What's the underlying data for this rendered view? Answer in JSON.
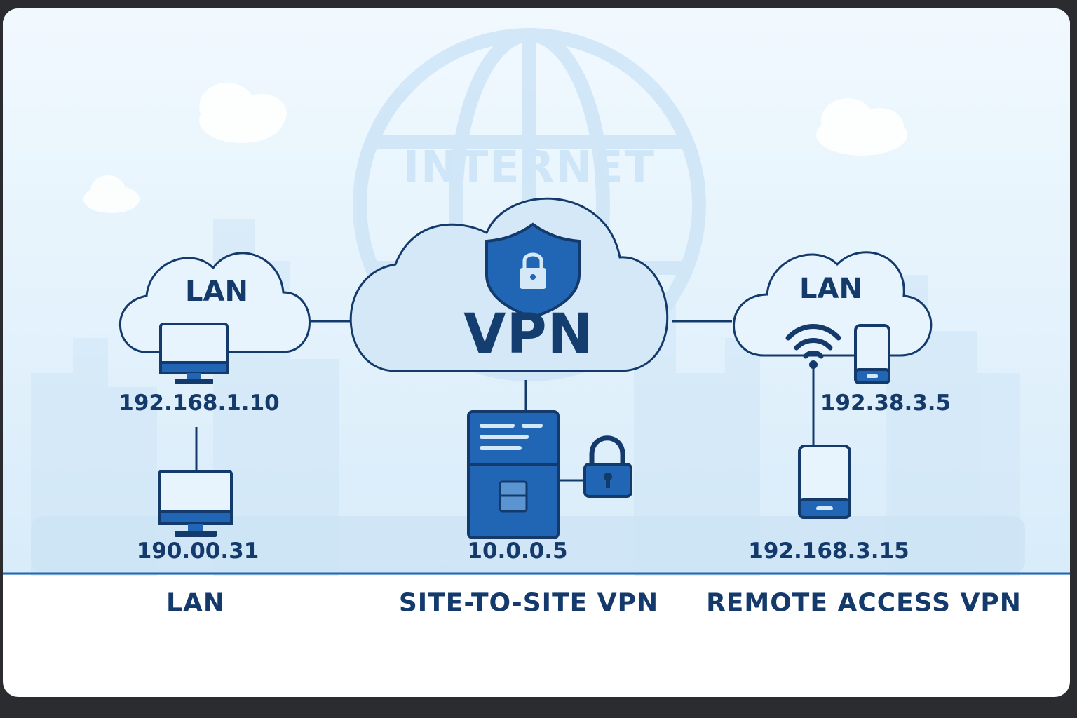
{
  "background": {
    "globe_label": "INTERNET"
  },
  "clouds": {
    "left": {
      "label": "LAN"
    },
    "center": {
      "label": "VPN"
    },
    "right": {
      "label": "LAN"
    }
  },
  "addresses": {
    "left_top": "192.168.1.10",
    "left_bottom": "190.00.31",
    "server": "10.0.0.5",
    "phone": "192.38.3.5",
    "tablet": "192.168.3.15"
  },
  "categories": {
    "left": "LAN",
    "center": "SITE-TO-SITE VPN",
    "right": "REMOTE ACCESS VPN"
  },
  "colors": {
    "navy": "#133a6b",
    "blue": "#2166b5",
    "sky": "#e3f2fc",
    "cloud_fill": "#d4e8f8"
  }
}
